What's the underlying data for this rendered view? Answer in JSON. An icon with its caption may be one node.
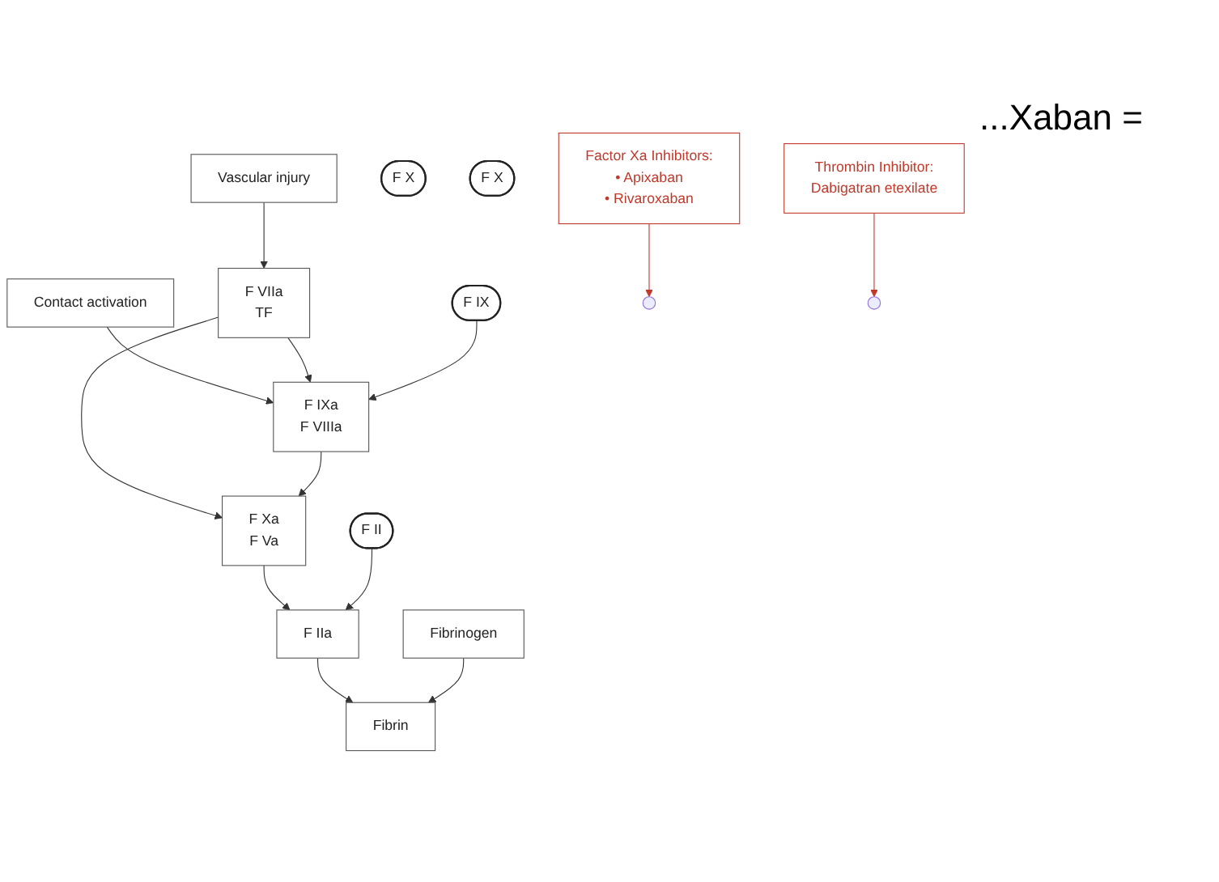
{
  "diagram": {
    "nodes": [
      {
        "text": [
          "Vascular injury"
        ]
      },
      {
        "text": [
          "Contact activation"
        ]
      },
      {
        "text": [
          "F VIIa",
          "TF"
        ]
      },
      {
        "text": [
          "F IX"
        ]
      },
      {
        "text": [
          "F IXa",
          "F VIIIa"
        ]
      },
      {
        "text": [
          "F X"
        ]
      },
      {
        "text": [
          "F Xa",
          "F Va"
        ]
      },
      {
        "text": [
          "F X"
        ]
      },
      {
        "text": [
          "Factor Xa Inhibitors:",
          "• Apixaban",
          "• Rivaroxaban"
        ]
      },
      {
        "text": [
          "F II"
        ]
      },
      {
        "text": [
          "F IIa"
        ]
      },
      {
        "text": [
          "Thrombin Inhibitor:",
          "Dabigatran etexilate"
        ]
      },
      {
        "text": [
          "Fibrinogen"
        ]
      },
      {
        "text": [
          "Fibrin"
        ]
      }
    ],
    "edges": [
      {
        "from": 0,
        "to": 2,
        "arrow": "to"
      },
      {
        "from": 1,
        "to": 4,
        "arrow": "to"
      },
      {
        "from": 2,
        "to": 4,
        "arrow": "to"
      },
      {
        "from": 3,
        "to": 4,
        "arrow": "to"
      },
      {
        "from": 2,
        "to": 6,
        "arrow": "to"
      },
      {
        "from": 4,
        "to": 6,
        "arrow": "to"
      },
      {
        "from": 6,
        "to": 10,
        "arrow": "to"
      },
      {
        "from": 9,
        "to": 10,
        "arrow": "to"
      },
      {
        "from": 8,
        "to": null,
        "arrow": "to",
        "color": "#c0392b"
      },
      {
        "from": 10,
        "to": 13,
        "arrow": "to"
      },
      {
        "from": 12,
        "to": 13,
        "arrow": "to"
      },
      {
        "from": 11,
        "to": null,
        "arrow": "to",
        "color": "#c0392b"
      }
    ],
    "labels": [
      "...Xaban ="
    ]
  }
}
